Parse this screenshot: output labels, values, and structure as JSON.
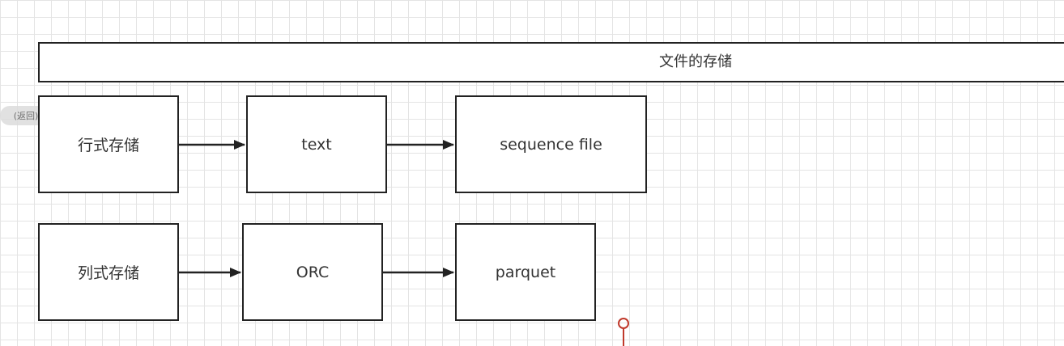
{
  "diagram": {
    "header": {
      "label": "文件的存储"
    },
    "side_tag": "(返回)",
    "row_storage": {
      "root": "行式存储",
      "format1": "text",
      "format2": "sequence file"
    },
    "column_storage": {
      "root": "列式存储",
      "format1": "ORC",
      "format2": "parquet"
    }
  },
  "colors": {
    "stroke": "#222222",
    "grid": "#e4e4e4",
    "pin": "#c0392b"
  }
}
